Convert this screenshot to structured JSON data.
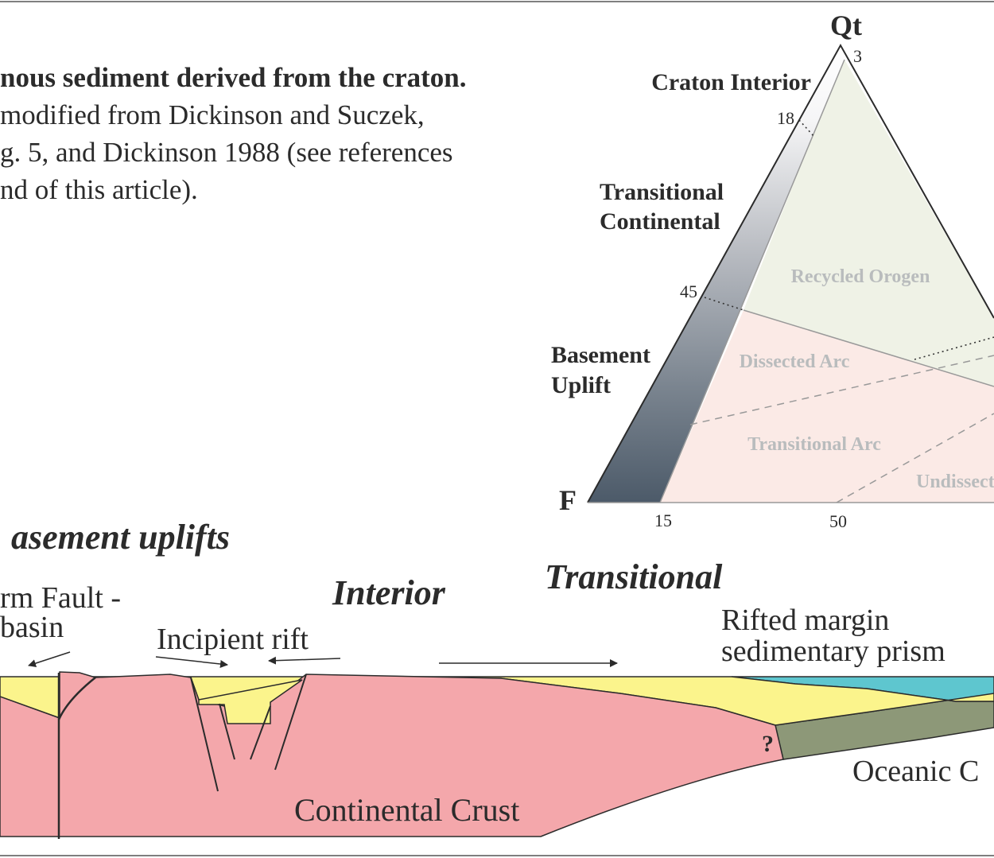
{
  "caption": {
    "line1": "nous sediment derived from the craton.",
    "line2": " modified from Dickinson and Suczek,",
    "line3": "g. 5, and Dickinson 1988 (see references",
    "line4": "nd of this article)."
  },
  "ternary": {
    "apex_top": "Qt",
    "apex_left": "F",
    "tick_3": "3",
    "tick_18": "18",
    "tick_45": "45",
    "tick_15": "15",
    "tick_50": "50",
    "side_labels": {
      "craton_interior": "Craton Interior",
      "transitional_1": "Transitional",
      "transitional_2": "Continental",
      "basement_1": "Basement",
      "basement_2": "Uplift"
    },
    "regions": {
      "recycled_orogen": "Recycled Orogen",
      "dissected_arc": "Dissected Arc",
      "transitional_arc": "Transitional Arc",
      "undissected": "Undissect"
    }
  },
  "section": {
    "heading_basement": "asement uplifts",
    "label_fault_1": "rm Fault -",
    "label_fault_2": "basin",
    "heading_interior": "Interior",
    "label_rift": "Incipient rift",
    "heading_transitional": "Transitional",
    "label_rifted_1": "Rifted margin",
    "label_rifted_2": "sedimentary prism",
    "label_question": "?",
    "label_oceanic": "Oceanic C",
    "label_continental": "Continental Crust"
  },
  "colors": {
    "crust": "#f4a7ab",
    "sediment": "#fbf48c",
    "marine": "#5ec6cf",
    "oceanic": "#8d9878",
    "orogen_fill": "#eff2e6",
    "arc_fill": "#fbeae6",
    "region_text": "#b9bcbd",
    "strip_dark": "#4c5a69"
  }
}
